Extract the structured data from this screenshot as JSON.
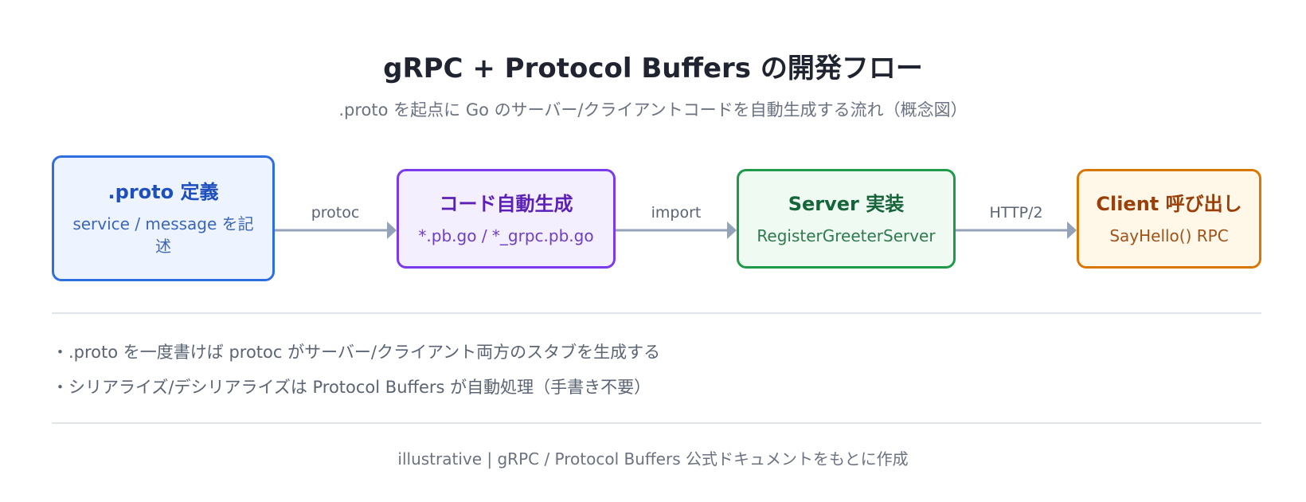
{
  "header": {
    "title": "gRPC + Protocol Buffers の開発フロー",
    "subtitle": ".proto を起点に Go のサーバー/クライアントコードを自動生成する流れ（概念図）"
  },
  "nodes": [
    {
      "title": ".proto 定義",
      "subtitle": "service / message を記述",
      "border": "#2f6ee0",
      "fill": "#eef4ff"
    },
    {
      "title": "コード自動生成",
      "subtitle": "*.pb.go / *_grpc.pb.go",
      "border": "#7c3aed",
      "fill": "#f4efff"
    },
    {
      "title": "Server 実装",
      "subtitle": "RegisterGreeterServer",
      "border": "#1f9a4a",
      "fill": "#eefaf2"
    },
    {
      "title": "Client 呼び出し",
      "subtitle": "SayHello() RPC",
      "border": "#d97706",
      "fill": "#fff8e8"
    }
  ],
  "edges": [
    {
      "label": "protoc"
    },
    {
      "label": "import"
    },
    {
      "label": "HTTP/2"
    }
  ],
  "notes": [
    "・.proto を一度書けば protoc がサーバー/クライアント両方のスタブを生成する",
    "・シリアライズ/デシリアライズは Protocol Buffers が自動処理（手書き不要）"
  ],
  "footer": "illustrative | gRPC / Protocol Buffers 公式ドキュメントをもとに作成",
  "colors": {
    "arrow": "#94a3b8",
    "divider": "#e1e4e8"
  }
}
